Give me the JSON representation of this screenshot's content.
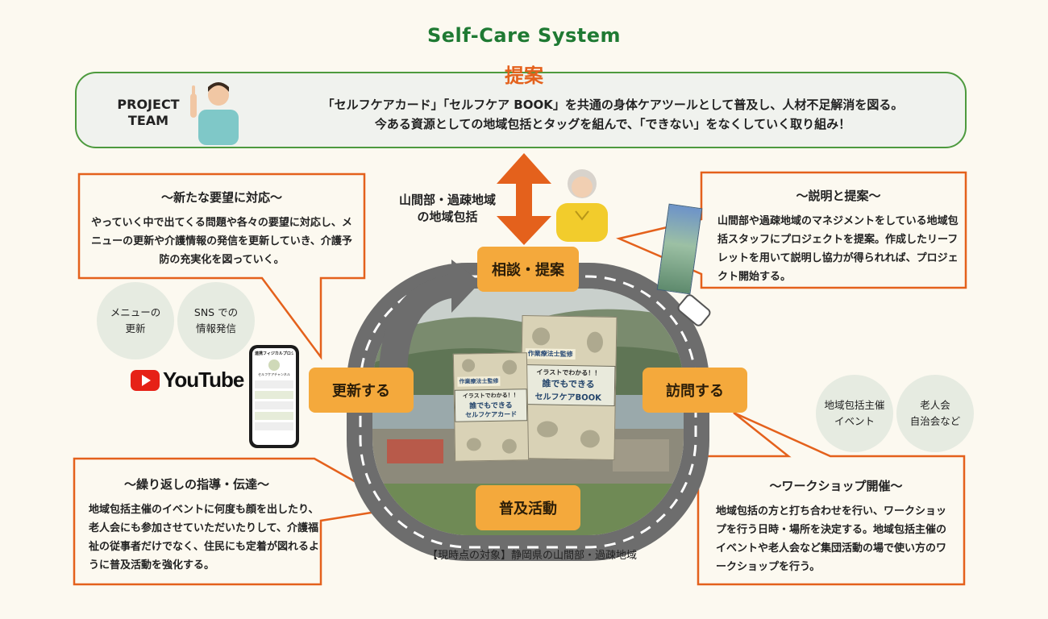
{
  "title": "Self-Care System",
  "proposal": {
    "label": "提案",
    "team_line1": "PROJECT",
    "team_line2": "TEAM",
    "text_line1": "「セルフケアカード」「セルフケア BOOK」を共通の身体ケアツールとして普及し、人材不足解消を図る。",
    "text_line2": "今ある資源としての地域包括とタッグを組んで、「できない」をなくしていく取り組み！"
  },
  "left_top": {
    "title": "〜新たな要望に対応〜",
    "body": "やっていく中で出てくる問題や各々の要望に対応し、メニューの更新や介護情報の発信を更新していき、介護予防の充実化を図っていく。"
  },
  "left_circles": [
    {
      "line1": "メニューの",
      "line2": "更新"
    },
    {
      "line1": "SNS での",
      "line2": "情報発信"
    }
  ],
  "youtube_label": "YouTube",
  "phone": {
    "header": "連携フィジカルプロジェクト",
    "sub": "セルフケアチャンネル"
  },
  "left_bottom": {
    "title": "〜繰り返しの指導・伝達〜",
    "body": "地域包括主催のイベントに何度も顔を出したり、老人会にも参加させていただいたりして、介護福祉の従事者だけでなく、住民にも定着が図れるように普及活動を強化する。"
  },
  "right_top": {
    "title": "〜説明と提案〜",
    "body": "山間部や過疎地域のマネジメントをしている地域包括スタッフにプロジェクトを提案。作成したリーフレットを用いて説明し協力が得られれば、プロジェクト開始する。"
  },
  "right_circles": [
    {
      "line1": "地域包括主催",
      "line2": "イベント"
    },
    {
      "line1": "老人会",
      "line2": "自治会など"
    }
  ],
  "right_bottom": {
    "title": "〜ワークショップ開催〜",
    "body": "地域包括の方と打ち合わせを行い、ワークショップを行う日時・場所を決定する。地域包括主催のイベントや老人会など集団活動の場で使い方のワークショップを行う。"
  },
  "region_label_line1": "山間部・過疎地域",
  "region_label_line2": "の地域包括",
  "cycle": {
    "top": "相談・提案",
    "right": "訪問する",
    "bottom": "普及活動",
    "left": "更新する"
  },
  "book_small": {
    "tag": "作業療法士監修",
    "line1": "イラストでわかる！！",
    "line2": "誰でもできる",
    "line3": "セルフケアカード"
  },
  "book_large": {
    "tag": "作業療法士監修",
    "line1": "イラストでわかる！！",
    "line2": "誰でもできる",
    "line3": "セルフケアBOOK"
  },
  "target_note": "【現時点の対象】静岡県の山間部・過疎地域",
  "colors": {
    "accent_orange": "#e4611c",
    "button_orange": "#f4a93c",
    "title_green": "#1f7a33",
    "box_border_green": "#4d9a3e",
    "road_gray": "#6d6d6d"
  }
}
